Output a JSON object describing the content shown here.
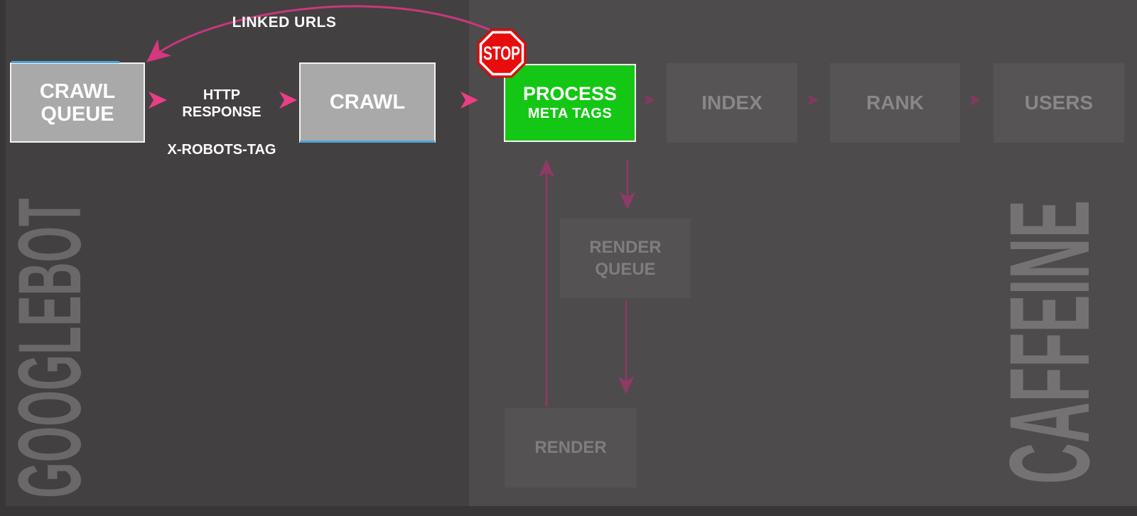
{
  "panels": {
    "left_watermark": "GOOGLEBOT",
    "right_watermark": "CAFFEINE"
  },
  "pipeline": {
    "crawl_queue": {
      "line1": "CRAWL",
      "line2": "QUEUE"
    },
    "crawl": {
      "label": "CRAWL"
    },
    "process": {
      "label": "PROCESS",
      "sublabel": "META TAGS"
    },
    "index": {
      "label": "INDEX"
    },
    "rank": {
      "label": "RANK"
    },
    "users": {
      "label": "USERS"
    },
    "render_queue": {
      "line1": "RENDER",
      "line2": "QUEUE"
    },
    "render": {
      "label": "RENDER"
    }
  },
  "annotations": {
    "linked_urls": "LINKED URLS",
    "http_response_line1": "HTTP",
    "http_response_line2": "RESPONSE",
    "x_robots_tag": "X-ROBOTS-TAG",
    "stop_sign": "STOP"
  },
  "colors": {
    "panel_left_bg": "#434041",
    "panel_right_bg": "#4e4b4c",
    "frame_bg": "#393637",
    "active_box_fill": "#a9a9aa",
    "active_box_border": "#f3f2f2",
    "process_green": "#14c714",
    "dim_box_fill": "#575455",
    "dim_text": "#8a8788",
    "bright_arrow_pink": "#ea3e87",
    "curve_pink": "#c9377d",
    "dim_arrow_maroon": "#8e3a64",
    "stop_red": "#e80c0c",
    "selection_cyan": "#4da6d8",
    "watermark_gray": "#6b6869"
  }
}
